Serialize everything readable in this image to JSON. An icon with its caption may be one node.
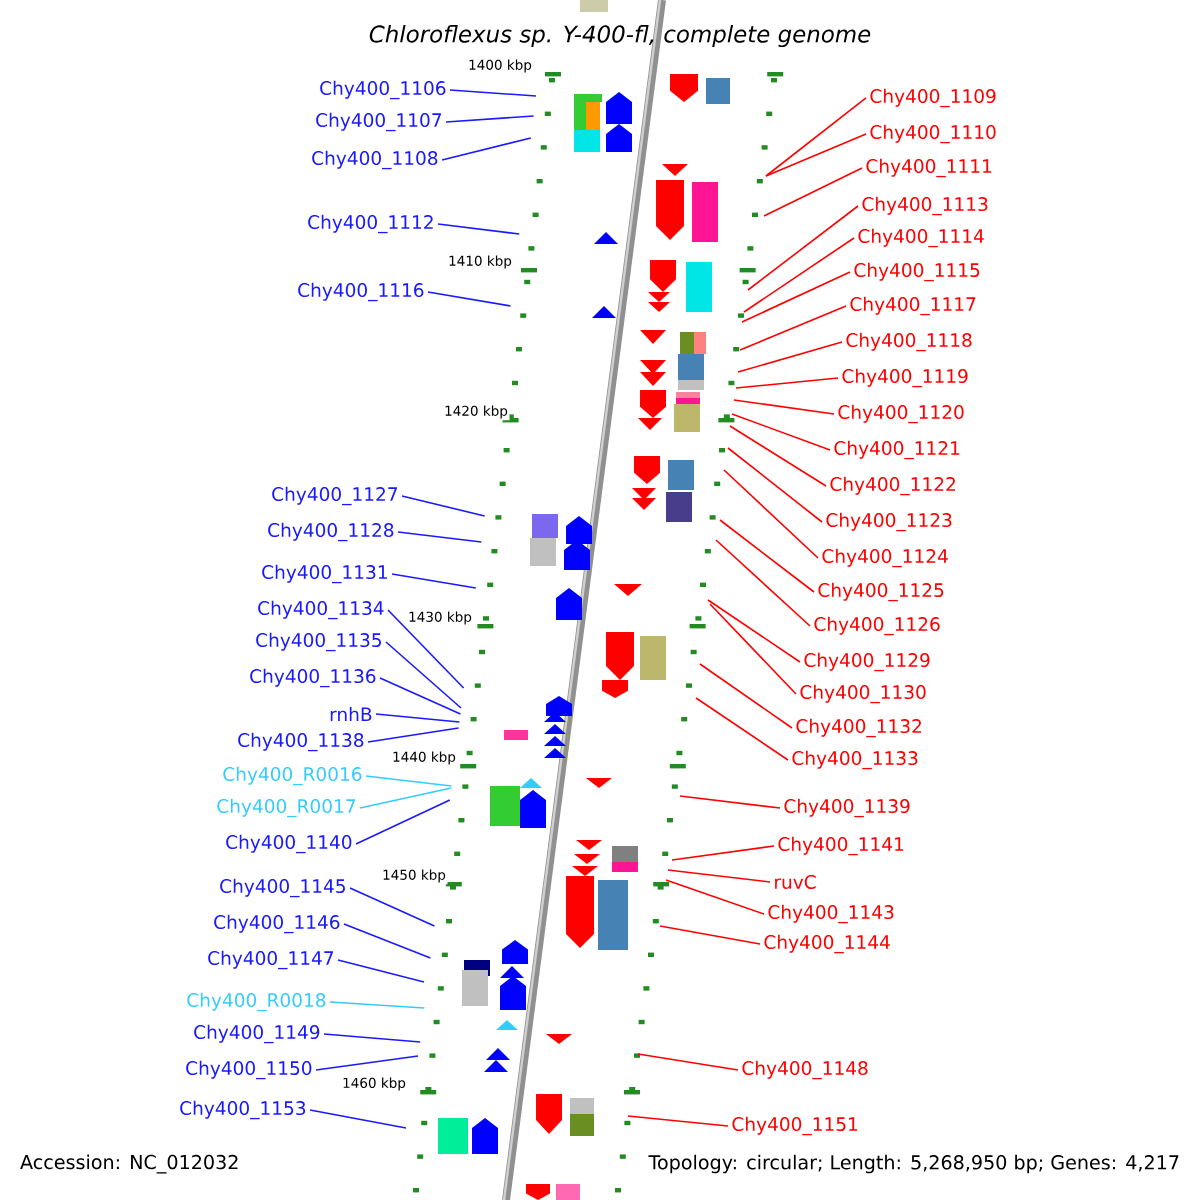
{
  "diagram": {
    "title": "Chloroflexus sp. Y-400-fl, complete genome",
    "nodes": [
      {
        "text": [
          "Chy400_1106"
        ]
      },
      {
        "text": [
          "Chy400_1107"
        ]
      },
      {
        "text": [
          "Chy400_1108"
        ]
      },
      {
        "text": [
          "Chy400_1112"
        ]
      },
      {
        "text": [
          "Chy400_1116"
        ]
      },
      {
        "text": [
          "Chy400_1127"
        ]
      },
      {
        "text": [
          "Chy400_1128"
        ]
      },
      {
        "text": [
          "Chy400_1131"
        ]
      },
      {
        "text": [
          "Chy400_1134"
        ]
      },
      {
        "text": [
          "Chy400_1135"
        ]
      },
      {
        "text": [
          "Chy400_1136"
        ]
      },
      {
        "text": [
          "rnhB"
        ]
      },
      {
        "text": [
          "Chy400_1138"
        ]
      },
      {
        "text": [
          "Chy400_R0016"
        ]
      },
      {
        "text": [
          "Chy400_R0017"
        ]
      },
      {
        "text": [
          "Chy400_1140"
        ]
      },
      {
        "text": [
          "Chy400_1145"
        ]
      },
      {
        "text": [
          "Chy400_1146"
        ]
      },
      {
        "text": [
          "Chy400_1147"
        ]
      },
      {
        "text": [
          "Chy400_R0018"
        ]
      },
      {
        "text": [
          "Chy400_1149"
        ]
      },
      {
        "text": [
          "Chy400_1150"
        ]
      },
      {
        "text": [
          "Chy400_1153"
        ]
      },
      {
        "text": [
          "Chy400_1109"
        ]
      },
      {
        "text": [
          "Chy400_1110"
        ]
      },
      {
        "text": [
          "Chy400_1111"
        ]
      },
      {
        "text": [
          "Chy400_1113"
        ]
      },
      {
        "text": [
          "Chy400_1114"
        ]
      },
      {
        "text": [
          "Chy400_1115"
        ]
      },
      {
        "text": [
          "Chy400_1117"
        ]
      },
      {
        "text": [
          "Chy400_1118"
        ]
      },
      {
        "text": [
          "Chy400_1119"
        ]
      },
      {
        "text": [
          "Chy400_1120"
        ]
      },
      {
        "text": [
          "Chy400_1121"
        ]
      },
      {
        "text": [
          "Chy400_1122"
        ]
      },
      {
        "text": [
          "Chy400_1123"
        ]
      },
      {
        "text": [
          "Chy400_1124"
        ]
      },
      {
        "text": [
          "Chy400_1125"
        ]
      },
      {
        "text": [
          "Chy400_1126"
        ]
      },
      {
        "text": [
          "Chy400_1129"
        ]
      },
      {
        "text": [
          "Chy400_1130"
        ]
      },
      {
        "text": [
          "Chy400_1132"
        ]
      },
      {
        "text": [
          "Chy400_1133"
        ]
      },
      {
        "text": [
          "Chy400_1139"
        ]
      },
      {
        "text": [
          "Chy400_1141"
        ]
      },
      {
        "text": [
          "ruvC"
        ]
      },
      {
        "text": [
          "Chy400_1143"
        ]
      },
      {
        "text": [
          "Chy400_1144"
        ]
      },
      {
        "text": [
          "Chy400_1148"
        ]
      },
      {
        "text": [
          "Chy400_1151"
        ]
      }
    ],
    "edges": [
      {
        "from": 0,
        "to": null,
        "arrow": "none",
        "color": "#1a1aff"
      },
      {
        "from": 1,
        "to": null,
        "arrow": "none",
        "color": "#1a1aff"
      },
      {
        "from": 2,
        "to": null,
        "arrow": "none",
        "color": "#1a1aff"
      },
      {
        "from": 3,
        "to": null,
        "arrow": "none",
        "color": "#1a1aff"
      },
      {
        "from": 4,
        "to": null,
        "arrow": "none",
        "color": "#1a1aff"
      },
      {
        "from": 5,
        "to": null,
        "arrow": "none",
        "color": "#1a1aff"
      },
      {
        "from": 6,
        "to": null,
        "arrow": "none",
        "color": "#1a1aff"
      },
      {
        "from": 7,
        "to": null,
        "arrow": "none",
        "color": "#1a1aff"
      },
      {
        "from": 8,
        "to": null,
        "arrow": "none",
        "color": "#1a1aff"
      },
      {
        "from": 9,
        "to": null,
        "arrow": "none",
        "color": "#1a1aff"
      },
      {
        "from": 10,
        "to": null,
        "arrow": "none",
        "color": "#1a1aff"
      },
      {
        "from": 11,
        "to": null,
        "arrow": "none",
        "color": "#1a1aff"
      },
      {
        "from": 12,
        "to": null,
        "arrow": "none",
        "color": "#1a1aff"
      },
      {
        "from": 13,
        "to": null,
        "arrow": "none",
        "color": "#33ccff"
      },
      {
        "from": 14,
        "to": null,
        "arrow": "none",
        "color": "#33ccff"
      },
      {
        "from": 15,
        "to": null,
        "arrow": "none",
        "color": "#1a1aff"
      },
      {
        "from": 16,
        "to": null,
        "arrow": "none",
        "color": "#1a1aff"
      },
      {
        "from": 17,
        "to": null,
        "arrow": "none",
        "color": "#1a1aff"
      },
      {
        "from": 18,
        "to": null,
        "arrow": "none",
        "color": "#1a1aff"
      },
      {
        "from": 19,
        "to": null,
        "arrow": "none",
        "color": "#33ccff"
      },
      {
        "from": 20,
        "to": null,
        "arrow": "none",
        "color": "#1a1aff"
      },
      {
        "from": 21,
        "to": null,
        "arrow": "none",
        "color": "#1a1aff"
      },
      {
        "from": 22,
        "to": null,
        "arrow": "none",
        "color": "#1a1aff"
      },
      {
        "from": 23,
        "to": null,
        "arrow": "none"
      },
      {
        "from": 24,
        "to": null,
        "arrow": "none"
      },
      {
        "from": 25,
        "to": null,
        "arrow": "none"
      },
      {
        "from": 26,
        "to": null,
        "arrow": "none"
      },
      {
        "from": 27,
        "to": null,
        "arrow": "none"
      },
      {
        "from": 28,
        "to": null,
        "arrow": "none"
      },
      {
        "from": 29,
        "to": null,
        "arrow": "none"
      },
      {
        "from": 30,
        "to": null,
        "arrow": "none"
      },
      {
        "from": 31,
        "to": null,
        "arrow": "none"
      },
      {
        "from": 32,
        "to": null,
        "arrow": "none"
      },
      {
        "from": 33,
        "to": null,
        "arrow": "none"
      },
      {
        "from": 34,
        "to": null,
        "arrow": "none"
      },
      {
        "from": 35,
        "to": null,
        "arrow": "none"
      },
      {
        "from": 36,
        "to": null,
        "arrow": "none"
      },
      {
        "from": 37,
        "to": null,
        "arrow": "none"
      },
      {
        "from": 38,
        "to": null,
        "arrow": "none"
      },
      {
        "from": 39,
        "to": null,
        "arrow": "none"
      },
      {
        "from": 40,
        "to": null,
        "arrow": "none"
      },
      {
        "from": 41,
        "to": null,
        "arrow": "none"
      },
      {
        "from": 42,
        "to": null,
        "arrow": "none"
      },
      {
        "from": 43,
        "to": null,
        "arrow": "none"
      },
      {
        "from": 44,
        "to": null,
        "arrow": "none"
      },
      {
        "from": 45,
        "to": null,
        "arrow": "none"
      },
      {
        "from": 46,
        "to": null,
        "arrow": "none"
      },
      {
        "from": 47,
        "to": null,
        "arrow": "none"
      },
      {
        "from": 48,
        "to": null,
        "arrow": "none"
      },
      {
        "from": 49,
        "to": null,
        "arrow": "none"
      }
    ],
    "labels": [
      "1400 kbp",
      "1410 kbp",
      "1420 kbp",
      "1430 kbp",
      "1440 kbp",
      "1450 kbp",
      "1460 kbp",
      "Accession: NC_012032",
      "Topology: circular; Length: 5,268,950 bp; Genes: 4,217"
    ]
  }
}
